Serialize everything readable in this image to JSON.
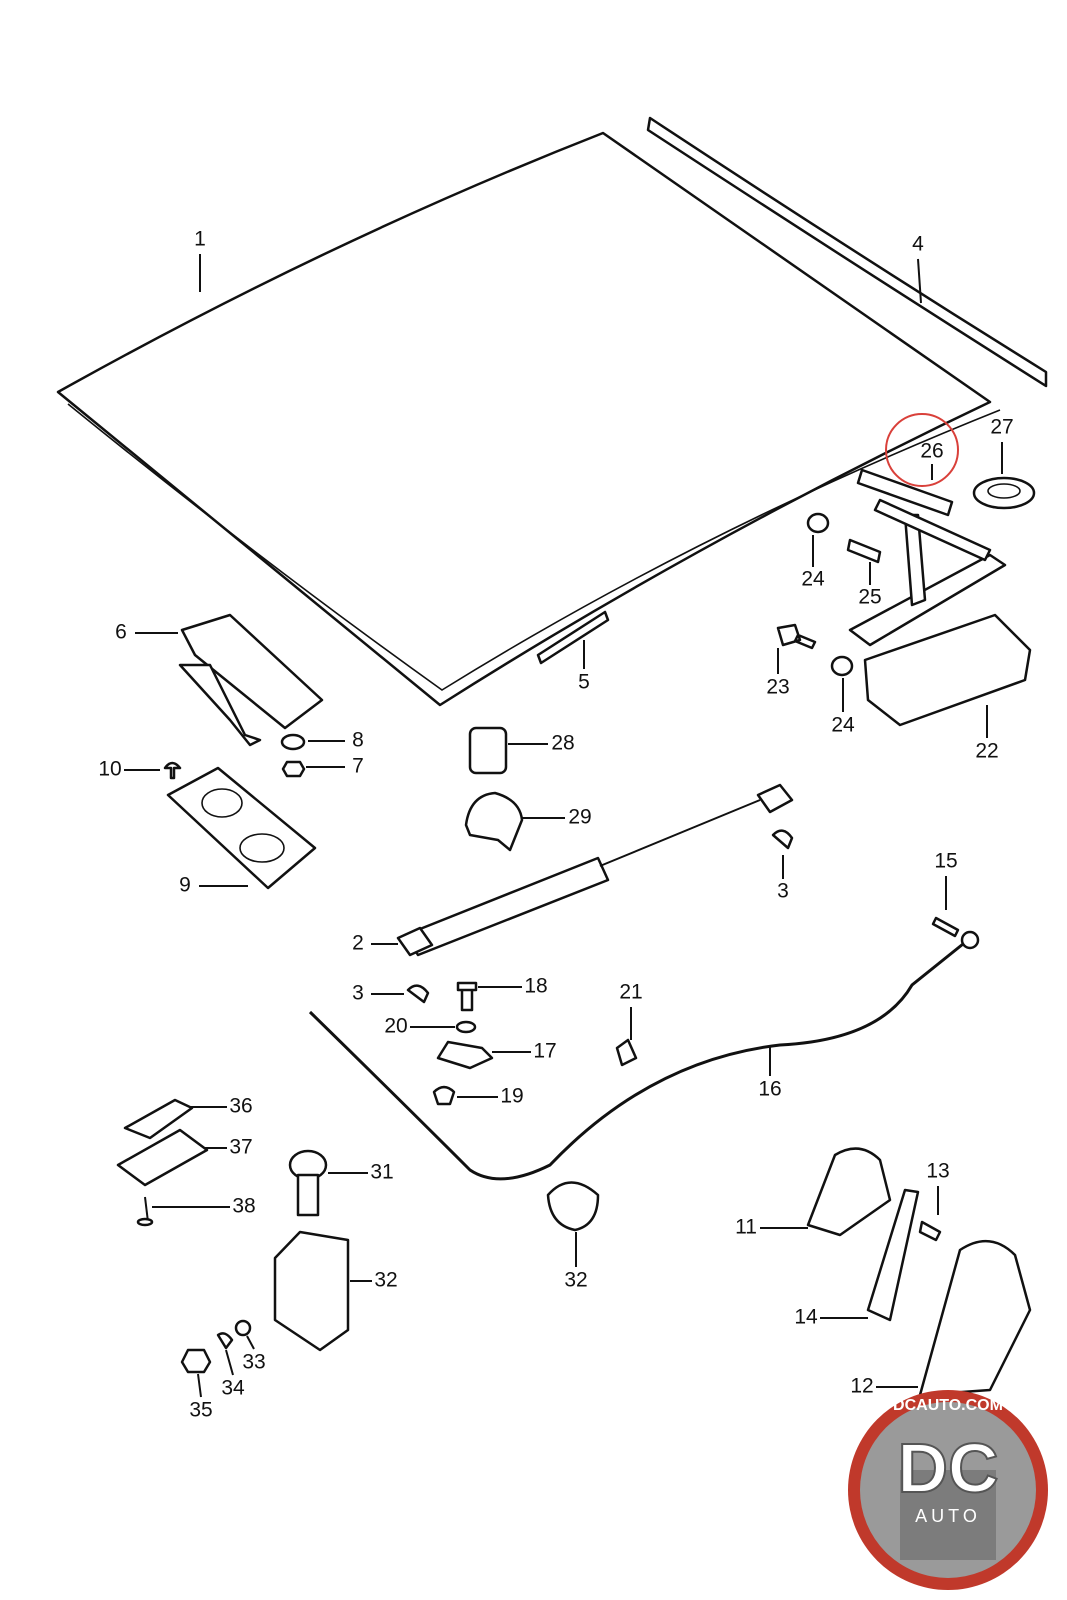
{
  "diagram": {
    "callouts": [
      "1",
      "4",
      "26",
      "27",
      "24",
      "25",
      "23",
      "24",
      "22",
      "6",
      "8",
      "7",
      "10",
      "9",
      "5",
      "28",
      "29",
      "3",
      "15",
      "2",
      "3",
      "18",
      "20",
      "17",
      "19",
      "21",
      "16",
      "36",
      "37",
      "31",
      "38",
      "32",
      "32",
      "11",
      "13",
      "14",
      "12",
      "33",
      "34",
      "35"
    ],
    "highlighted_callout": "26",
    "highlight_color": "#d9403a"
  },
  "logo": {
    "site": "DCAUTO.COM",
    "mark": "DC",
    "word": "AUTO",
    "colors": {
      "red": "#c0392b",
      "gray": "#8a8a8a"
    }
  }
}
